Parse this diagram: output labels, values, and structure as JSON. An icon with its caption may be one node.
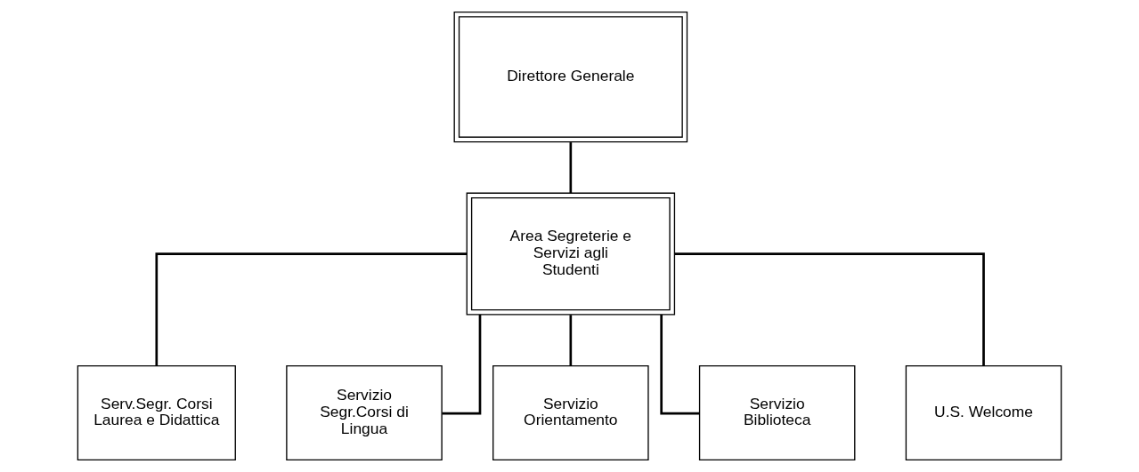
{
  "diagram": {
    "nodes": [
      {
        "text": [
          "Direttore Generale"
        ]
      },
      {
        "text": [
          "Area Segreterie e Servizi agli Studenti"
        ]
      },
      {
        "text": [
          "Serv.Segr. Corsi Laurea e Didattica"
        ]
      },
      {
        "text": [
          "Servizio Segr.Corsi di Lingua"
        ]
      },
      {
        "text": [
          "Servizio Orientamento"
        ]
      },
      {
        "text": [
          "Servizio Biblioteca"
        ]
      },
      {
        "text": [
          "U.S. Welcome"
        ]
      }
    ],
    "edges": [
      {
        "from": 0,
        "to": 1,
        "arrow": "none"
      },
      {
        "from": 1,
        "to": 2,
        "arrow": "none"
      },
      {
        "from": 1,
        "to": 3,
        "arrow": "none"
      },
      {
        "from": 1,
        "to": 4,
        "arrow": "none"
      },
      {
        "from": 1,
        "to": 5,
        "arrow": "none"
      },
      {
        "from": 1,
        "to": 6,
        "arrow": "none"
      }
    ]
  }
}
